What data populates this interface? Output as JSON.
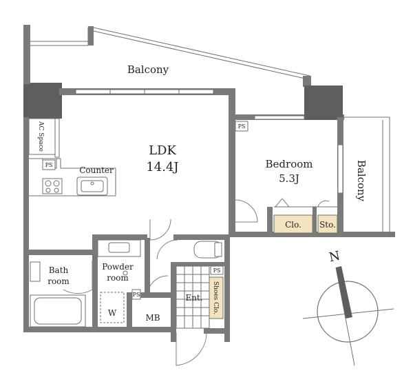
{
  "rooms": {
    "balcony_top": "Balcony",
    "balcony_right": "Balcony",
    "ldk_name": "LDK",
    "ldk_size": "14.4J",
    "bedroom_name": "Bedroom",
    "bedroom_size": "5.3J",
    "ac_space": "AC Space",
    "counter": "Counter",
    "bath_line1": "Bath",
    "bath_line2": "room",
    "powder_line1": "Powder",
    "powder_line2": "room",
    "entrance": "Ent.",
    "meter_box": "MB",
    "washer": "W",
    "shoes_closet": "Shoes Clo.",
    "closet": "Clo.",
    "storage": "Sto."
  },
  "pipe_spaces": [
    "PS",
    "PS",
    "PS",
    "PS"
  ],
  "compass": {
    "north": "N"
  },
  "colors": {
    "wall": "#7a7a7a",
    "storage_fill": "#f3e3bf",
    "line": "#6f6f6f"
  }
}
